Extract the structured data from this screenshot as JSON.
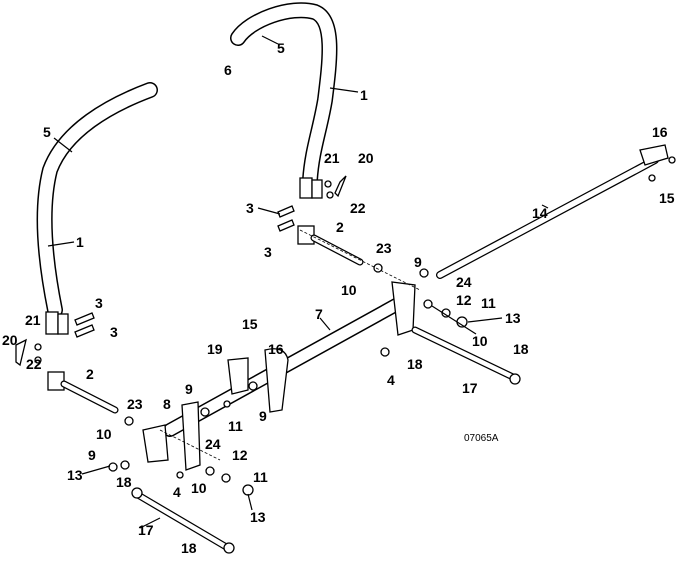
{
  "diagram": {
    "callouts": [
      "6",
      "5",
      "1",
      "5",
      "1",
      "21",
      "20",
      "22",
      "3",
      "3",
      "2",
      "23",
      "9",
      "10",
      "24",
      "12",
      "11",
      "13",
      "10",
      "4",
      "18",
      "17",
      "18",
      "14",
      "16",
      "15",
      "3",
      "3",
      "21",
      "20",
      "22",
      "2",
      "7",
      "15",
      "19",
      "16",
      "23",
      "8",
      "9",
      "11",
      "9",
      "10",
      "9",
      "13",
      "24",
      "12",
      "11",
      "13",
      "18",
      "4",
      "10",
      "17",
      "18"
    ],
    "drawing_code": "07065A"
  }
}
